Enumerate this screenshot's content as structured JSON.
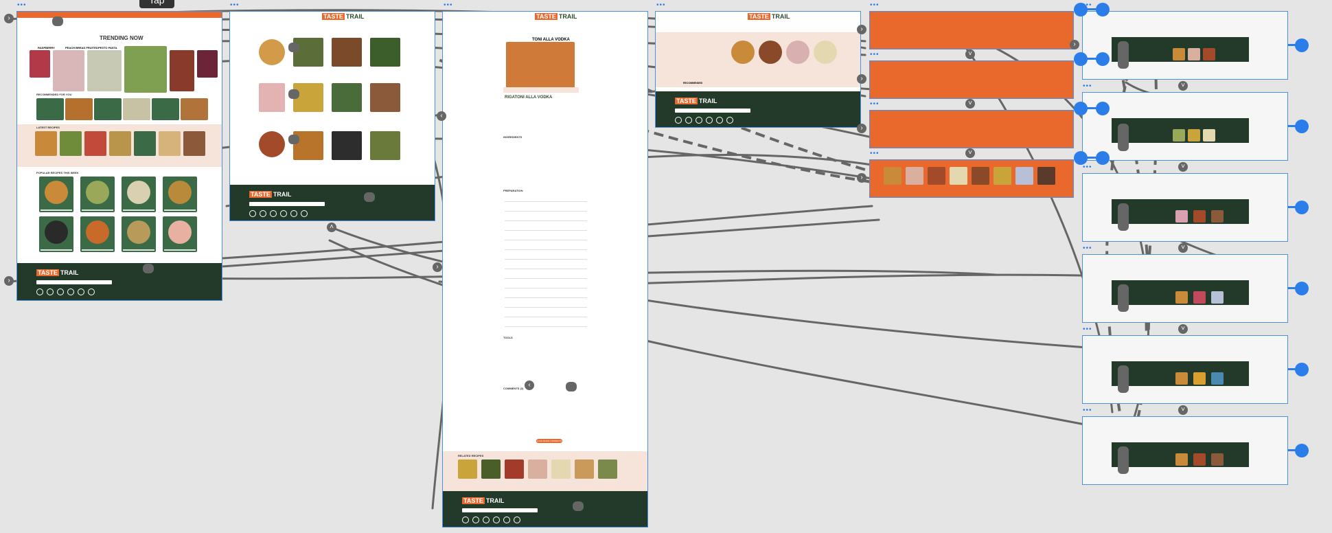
{
  "canvas": {
    "tooltip": "Tap"
  },
  "brand": {
    "name_part1": "TASTE",
    "name_part2": "TRAIL",
    "accent": "#e9692c",
    "dark": "#233a2b"
  },
  "home": {
    "trending_title": "TRENDING NOW",
    "slide_labels": [
      "RASPBERRY",
      "PEACH BREAD FRUITED",
      "PESTO PASTA"
    ],
    "recommended_title": "RECOMMENDED FOR YOU",
    "latest_title": "LATEST RECIPES",
    "popular_title": "POPULAR RECIPES THIS WEEK"
  },
  "recipe": {
    "title": "RIGATONI ALLA VODKA",
    "hero_title": "TONI ALLA VODKA",
    "ingredients_title": "INGREDIENTS",
    "preparation_title": "PREPARATION",
    "tools_title": "TOOLS",
    "comments_title": "COMMENTS (2)",
    "load_more": "LOAD MORE COMMENTS",
    "related_title": "RELATED RECIPES"
  },
  "search": {
    "recommended_label": "RECOMMENDED"
  },
  "icons": [
    "chevron-right-icon",
    "chevron-down-icon",
    "chevron-up-icon",
    "chevron-left-icon",
    "facebook-icon",
    "instagram-icon",
    "twitter-icon",
    "tiktok-icon",
    "youtube-icon",
    "pinterest-icon"
  ]
}
